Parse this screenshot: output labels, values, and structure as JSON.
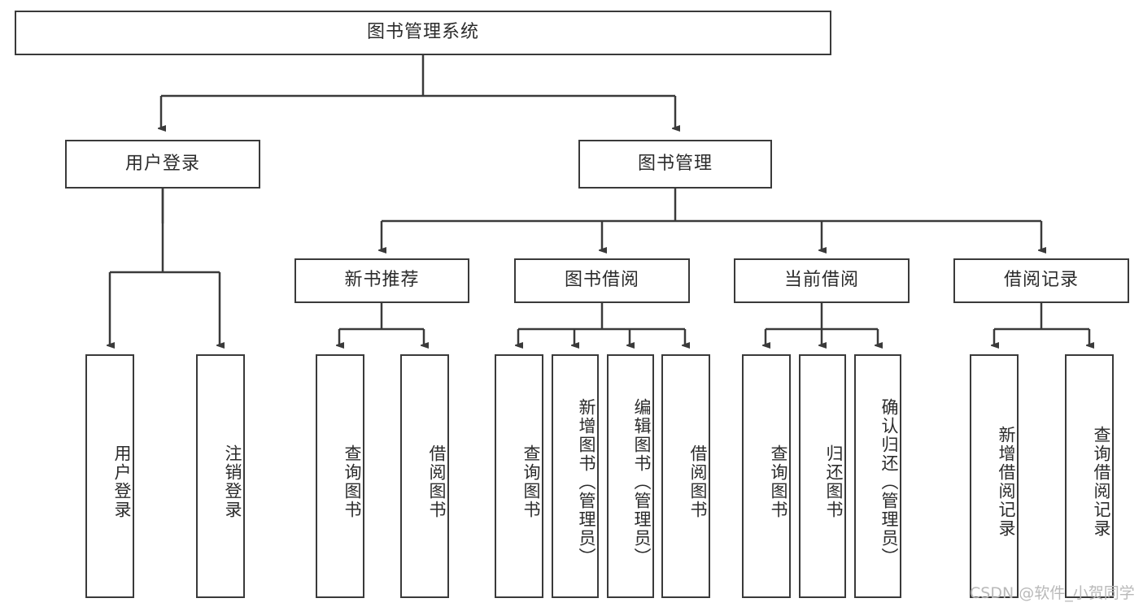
{
  "diagram": {
    "title": "图书管理系统",
    "watermark": "CSDN @软件_小贺同学",
    "colors": {
      "stroke": "#3a3a3a",
      "text": "#2b2b2b",
      "background": "#ffffff",
      "watermark": "#b9b9b9"
    },
    "root": {
      "label": "图书管理系统"
    },
    "level2": [
      {
        "label": "用户登录"
      },
      {
        "label": "图书管理"
      }
    ],
    "level3": [
      {
        "label": "新书推荐"
      },
      {
        "label": "图书借阅"
      },
      {
        "label": "当前借阅"
      },
      {
        "label": "借阅记录"
      }
    ],
    "leaves": {
      "user_login": [
        {
          "label": "用户登录"
        },
        {
          "label": "注销登录"
        }
      ],
      "new_book": [
        {
          "label": "查询图书"
        },
        {
          "label": "借阅图书"
        }
      ],
      "book_borrow": [
        {
          "label": "查询图书"
        },
        {
          "label": "新增图书（管理员）"
        },
        {
          "label": "编辑图书（管理员）"
        },
        {
          "label": "借阅图书"
        }
      ],
      "current_borrow": [
        {
          "label": "查询图书"
        },
        {
          "label": "归还图书"
        },
        {
          "label": "确认归还（管理员）"
        }
      ],
      "borrow_record": [
        {
          "label": "新增借阅记录"
        },
        {
          "label": "查询借阅记录"
        }
      ]
    }
  }
}
